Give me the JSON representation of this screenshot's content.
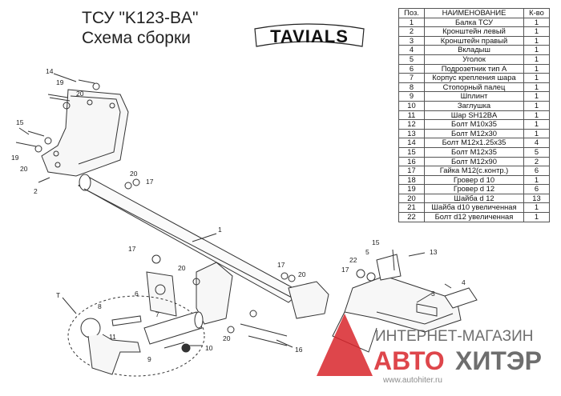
{
  "title": {
    "line1": "ТСУ \"K123-BA\"",
    "line2": "Схема сборки"
  },
  "logo": {
    "text": "TAVIALS"
  },
  "table": {
    "headers": [
      "Поз.",
      "НАИМЕНОВАНИЕ",
      "К-во"
    ],
    "rows": [
      [
        "1",
        "Балка ТСУ",
        "1"
      ],
      [
        "2",
        "Кронштейн левый",
        "1"
      ],
      [
        "3",
        "Кронштейн правый",
        "1"
      ],
      [
        "4",
        "Вкладыш",
        "1"
      ],
      [
        "5",
        "Уголок",
        "1"
      ],
      [
        "6",
        "Подрозетник тип А",
        "1"
      ],
      [
        "7",
        "Корпус крепления шара",
        "1"
      ],
      [
        "8",
        "Стопорный палец",
        "1"
      ],
      [
        "9",
        "Шплинт",
        "1"
      ],
      [
        "10",
        "Заглушка",
        "1"
      ],
      [
        "11",
        "Шар SH12BA",
        "1"
      ],
      [
        "12",
        "Болт М10х35",
        "1"
      ],
      [
        "13",
        "Болт М12х30",
        "1"
      ],
      [
        "14",
        "Болт М12х1.25х35",
        "4"
      ],
      [
        "15",
        "Болт М12х35",
        "5"
      ],
      [
        "16",
        "Болт М12х90",
        "2"
      ],
      [
        "17",
        "Гайка М12(с.контр.)",
        "6"
      ],
      [
        "18",
        "Гровер d 10",
        "1"
      ],
      [
        "19",
        "Гровер d 12",
        "6"
      ],
      [
        "20",
        "Шайба d 12",
        "13"
      ],
      [
        "21",
        "Шайба d10 увеличенная",
        "1"
      ],
      [
        "22",
        "Болт d12 увеличенная",
        "1"
      ]
    ]
  },
  "labels": {
    "n1": "1",
    "n2": "2",
    "n3": "3",
    "n4": "4",
    "n5": "5",
    "n6": "6",
    "n7": "7",
    "n8": "8",
    "n9": "9",
    "n10": "10",
    "n11": "11",
    "n13": "13",
    "n14": "14",
    "n15": "15",
    "n16": "16",
    "n17": "17",
    "n19": "19",
    "n20": "20",
    "n22": "22",
    "nT": "T"
  },
  "watermark": {
    "line1": "ИНТЕРНЕТ-МАГАЗИН",
    "brand_a": "АВТО",
    "brand_b": "ХИТЭР",
    "url": "www.autohiter.ru",
    "accent": "#d9262c"
  }
}
